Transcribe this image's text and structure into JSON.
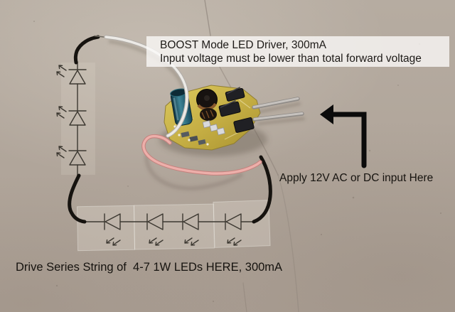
{
  "scene": {
    "surface": "cardboard",
    "surface_color": "#b3a89d",
    "annotation_ink_color": "#16130f",
    "schematic_line_color": "#3c3831"
  },
  "callout_box": {
    "line1": "BOOST Mode LED Driver, 300mA",
    "line2": "Input voltage must be lower than total forward voltage",
    "background_color": "#fbfaf8"
  },
  "labels": {
    "input": "Apply 12V AC or DC input Here",
    "output": "Drive Series String of  4-7 1W LEDs HERE, 300mA"
  },
  "schematic": {
    "left_led_symbols": 3,
    "bottom_led_symbols": 4
  },
  "board": {
    "pcb_color": "#cdb84e",
    "capacitor_color": "#1d4f60",
    "inductor_color": "#1a130e",
    "pin_color": "#c2beba",
    "white_wire_color": "#eceae6",
    "pink_wire_color": "#edafaa"
  }
}
